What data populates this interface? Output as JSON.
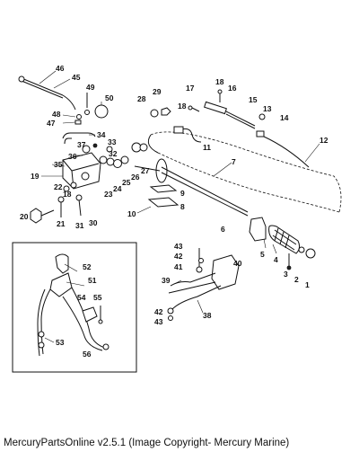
{
  "caption": "MercuryPartsOnline v2.5.1 (Image Copyright- Mercury Marine)",
  "callouts": [
    {
      "id": "46",
      "label": "46"
    },
    {
      "id": "45",
      "label": "45"
    },
    {
      "id": "49",
      "label": "49"
    },
    {
      "id": "50",
      "label": "50"
    },
    {
      "id": "48",
      "label": "48"
    },
    {
      "id": "47",
      "label": "47"
    },
    {
      "id": "34",
      "label": "34"
    },
    {
      "id": "37",
      "label": "37"
    },
    {
      "id": "33",
      "label": "33"
    },
    {
      "id": "32",
      "label": "32"
    },
    {
      "id": "36",
      "label": "36"
    },
    {
      "id": "35",
      "label": "35"
    },
    {
      "id": "19",
      "label": "19"
    },
    {
      "id": "22",
      "label": "22"
    },
    {
      "id": "18a",
      "label": "18"
    },
    {
      "id": "23",
      "label": "23"
    },
    {
      "id": "24",
      "label": "24"
    },
    {
      "id": "25",
      "label": "25"
    },
    {
      "id": "26",
      "label": "26"
    },
    {
      "id": "27",
      "label": "27"
    },
    {
      "id": "28",
      "label": "28"
    },
    {
      "id": "29",
      "label": "29"
    },
    {
      "id": "17",
      "label": "17"
    },
    {
      "id": "18b",
      "label": "18"
    },
    {
      "id": "18c",
      "label": "18"
    },
    {
      "id": "16",
      "label": "16"
    },
    {
      "id": "15",
      "label": "15"
    },
    {
      "id": "13",
      "label": "13"
    },
    {
      "id": "14",
      "label": "14"
    },
    {
      "id": "11",
      "label": "11"
    },
    {
      "id": "12",
      "label": "12"
    },
    {
      "id": "7",
      "label": "7"
    },
    {
      "id": "9",
      "label": "9"
    },
    {
      "id": "8",
      "label": "8"
    },
    {
      "id": "10",
      "label": "10"
    },
    {
      "id": "6",
      "label": "6"
    },
    {
      "id": "20",
      "label": "20"
    },
    {
      "id": "21",
      "label": "21"
    },
    {
      "id": "31",
      "label": "31"
    },
    {
      "id": "30",
      "label": "30"
    },
    {
      "id": "4",
      "label": "4"
    },
    {
      "id": "5",
      "label": "5"
    },
    {
      "id": "3",
      "label": "3"
    },
    {
      "id": "2",
      "label": "2"
    },
    {
      "id": "1",
      "label": "1"
    },
    {
      "id": "43a",
      "label": "43"
    },
    {
      "id": "42a",
      "label": "42"
    },
    {
      "id": "41",
      "label": "41"
    },
    {
      "id": "40",
      "label": "40"
    },
    {
      "id": "39",
      "label": "39"
    },
    {
      "id": "38",
      "label": "38"
    },
    {
      "id": "42b",
      "label": "42"
    },
    {
      "id": "43b",
      "label": "43"
    },
    {
      "id": "52",
      "label": "52"
    },
    {
      "id": "51",
      "label": "51"
    },
    {
      "id": "54",
      "label": "54"
    },
    {
      "id": "55",
      "label": "55"
    },
    {
      "id": "53",
      "label": "53"
    },
    {
      "id": "56",
      "label": "56"
    }
  ]
}
